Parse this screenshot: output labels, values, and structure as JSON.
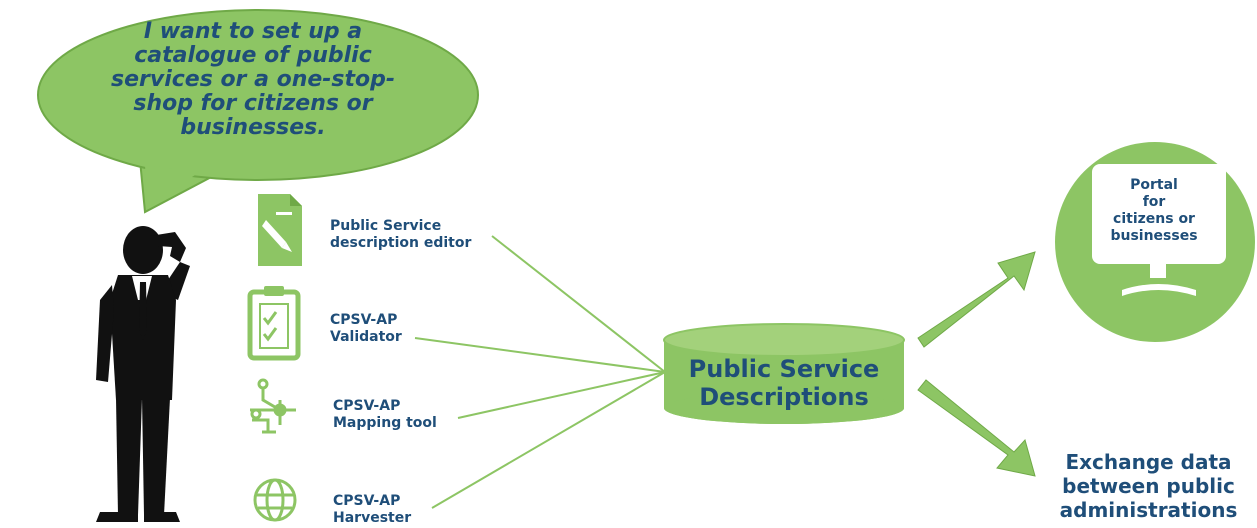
{
  "speech_bubble": {
    "text": "I want to set up a catalogue of public services or a one-stop-shop for citizens or businesses."
  },
  "tools": [
    {
      "icon": "document-pencil-icon",
      "line1": "Public Service",
      "line2": "description editor"
    },
    {
      "icon": "clipboard-check-icon",
      "line1": "CPSV-AP",
      "line2": "Validator"
    },
    {
      "icon": "mapping-network-icon",
      "line1": "CPSV-AP",
      "line2": "Mapping tool"
    },
    {
      "icon": "globe-icon",
      "line1": "CPSV-AP",
      "line2": "Harvester"
    }
  ],
  "database": {
    "line1": "Public Service",
    "line2": "Descriptions"
  },
  "portal": {
    "lines": [
      "Portal",
      "for",
      "citizens or",
      "businesses"
    ]
  },
  "exchange": {
    "lines": [
      "Exchange data",
      "between public",
      "administrations"
    ]
  },
  "colors": {
    "green": "#8dc564",
    "green_dark": "#6fa947",
    "green_light": "#a3d17b",
    "text_blue": "#1f4e79",
    "silhouette": "#111111"
  }
}
